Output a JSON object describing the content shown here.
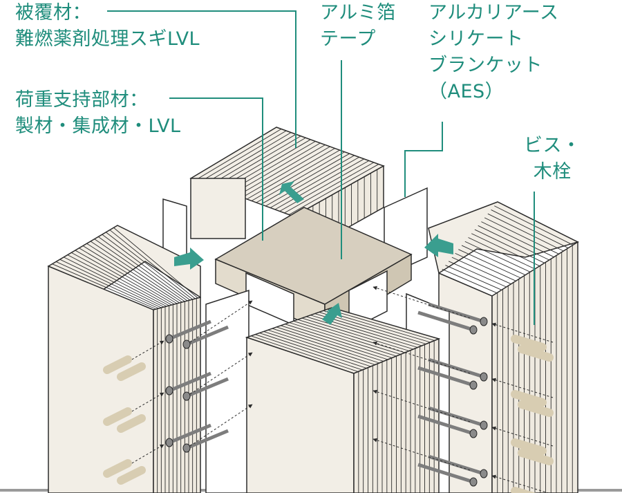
{
  "labels": {
    "cladding": {
      "line1": "被覆材：",
      "line2": "難燃薬剤処理スギLVL"
    },
    "load_member": {
      "line1": "荷重支持部材：",
      "line2": "製材・集成材・LVL"
    },
    "aluminum_tape": {
      "line1": "アルミ箔",
      "line2": "テープ"
    },
    "aes_blanket": {
      "line1": "アルカリアース",
      "line2": "シリケート",
      "line3": "ブランケット",
      "line4": "（AES）"
    },
    "fasteners": {
      "line1": "ビス・",
      "line2": "木栓"
    }
  },
  "colors": {
    "label_text": "#1f8d7c",
    "leader_line": "#1f8d7c",
    "arrow": "#3a9e8f",
    "wood_face": "#f2eee6",
    "core_top": "#d7cfbf",
    "dowel": "#d8cdb2",
    "screw": "#8a8a8a",
    "outline": "#2b2b2b"
  }
}
